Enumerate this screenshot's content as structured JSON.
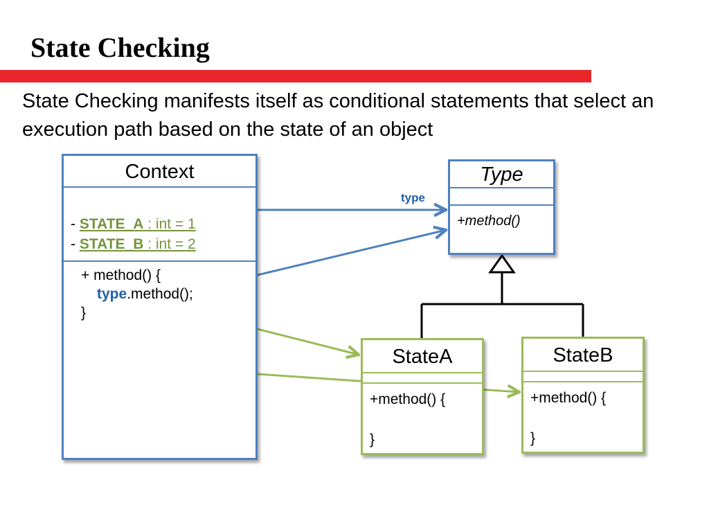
{
  "slide": {
    "title": "State Checking",
    "description": "State Checking manifests itself as conditional statements that select an execution path based on the state of an object"
  },
  "context_class": {
    "name": "Context",
    "attr1": {
      "prefix": "- ",
      "name": "STATE_A",
      "rest": " : int = 1"
    },
    "attr2": {
      "prefix": "- ",
      "name": "STATE_B",
      "rest": " : int = 2"
    },
    "method_line1": "+ method() {",
    "method_line2_keyword": "type",
    "method_line2_rest": ".method();",
    "method_line3": "}"
  },
  "type_class": {
    "name": "Type",
    "method": "+method()"
  },
  "association_label": "type",
  "state_a_class": {
    "name": "StateA",
    "method_open": "+method() {",
    "method_close": "}"
  },
  "state_b_class": {
    "name": "StateB",
    "method_open": "+method() {",
    "method_close": "}"
  },
  "colors": {
    "accent_red": "#e8262b",
    "uml_blue": "#4f81bd",
    "uml_green": "#9bbb59",
    "keyword_blue": "#1f5fa8",
    "attr_green": "#77933c"
  }
}
